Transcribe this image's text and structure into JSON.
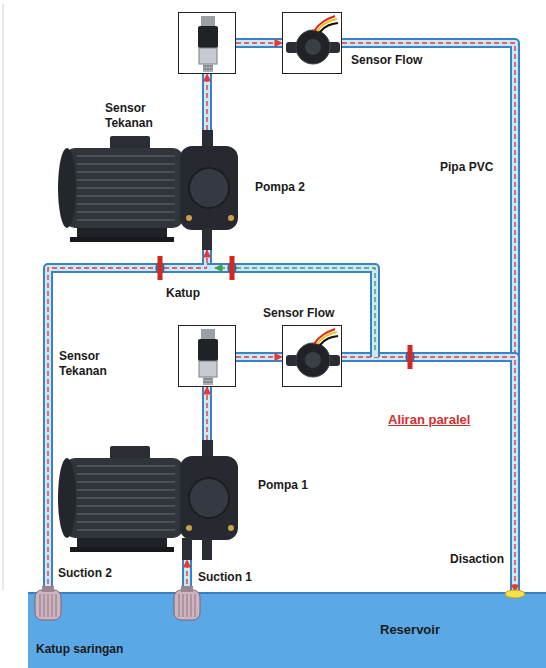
{
  "diagram": {
    "nodes": [
      {
        "text": [
          "Sensor Tekanan"
        ]
      },
      {
        "text": [
          "Sensor Flow"
        ]
      },
      {
        "text": [
          "Pompa 2"
        ]
      },
      {
        "text": [
          "Sensor Tekanan"
        ]
      },
      {
        "text": [
          "Sensor Flow"
        ]
      },
      {
        "text": [
          "Pompa 1"
        ]
      },
      {
        "text": [
          "Katup saringan",
          "Reservoir"
        ]
      }
    ],
    "edges": [
      {
        "from": 6,
        "to": 2,
        "arrow": "to"
      },
      {
        "from": 2,
        "to": 0,
        "arrow": "to"
      },
      {
        "from": 0,
        "to": 1,
        "arrow": "to"
      },
      {
        "from": 1,
        "to": 6,
        "arrow": "to"
      },
      {
        "from": 6,
        "to": 5,
        "arrow": "to"
      },
      {
        "from": 5,
        "to": 3,
        "arrow": "to"
      },
      {
        "from": 3,
        "to": 4,
        "arrow": "to"
      },
      {
        "from": 4,
        "to": 6,
        "arrow": "to"
      }
    ],
    "labels": [
      "Pipa PVC",
      "Katup",
      "Aliran paralel",
      "Suction 2",
      "Suction 1",
      "Disaction"
    ]
  }
}
